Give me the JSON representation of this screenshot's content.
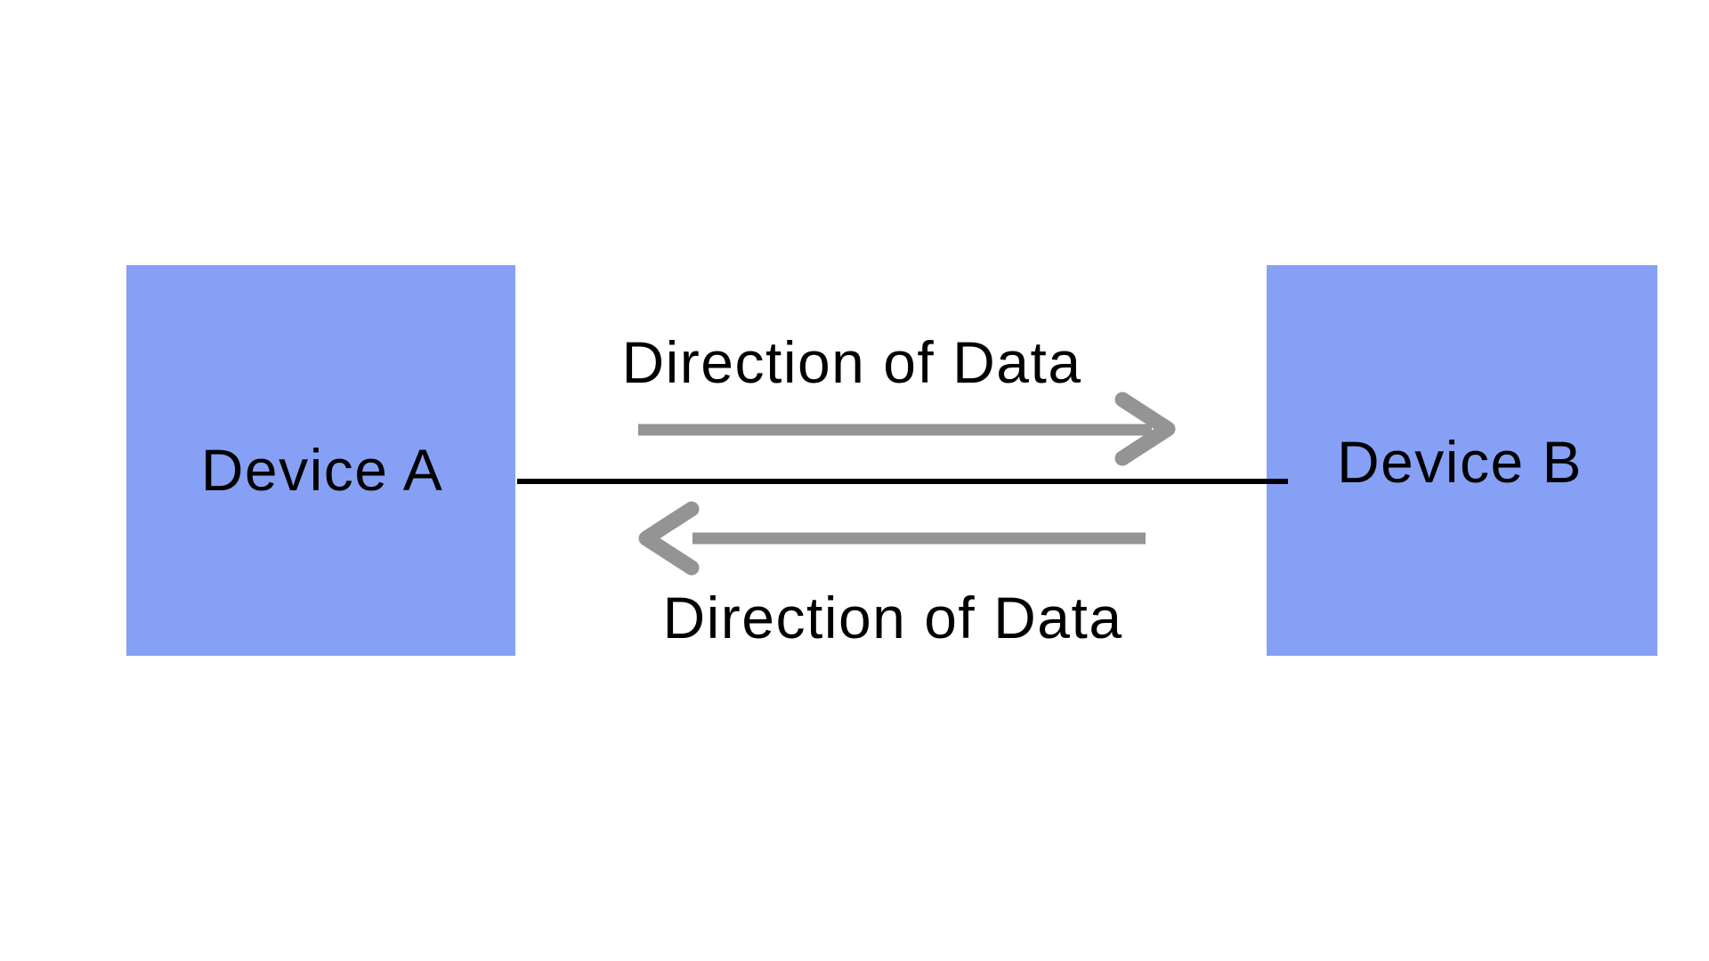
{
  "diagram": {
    "device_a": {
      "label": "Device A"
    },
    "device_b": {
      "label": "Device B"
    },
    "flow_right": {
      "label": "Direction of Data",
      "direction": "right"
    },
    "flow_left": {
      "label": "Direction of Data",
      "direction": "left"
    },
    "colors": {
      "device_fill": "#86A0F5",
      "arrow": "#949494",
      "connector": "#000000",
      "text": "#000000",
      "background": "#FFFFFF"
    }
  }
}
